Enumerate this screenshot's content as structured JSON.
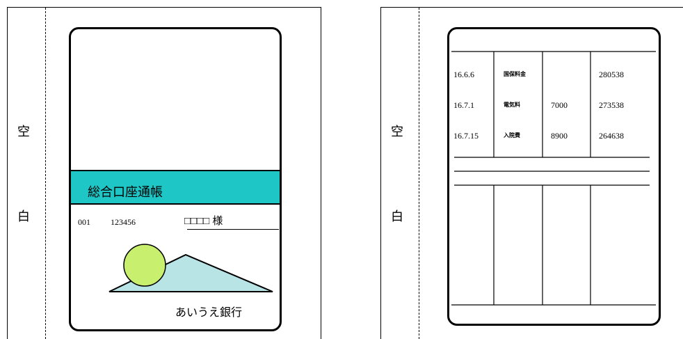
{
  "margin": {
    "top_char": "空",
    "bottom_char": "白"
  },
  "card_front": {
    "title": "総合口座通帳",
    "branch_no": "001",
    "account_no": "123456",
    "holder": "□□□□ 様",
    "bank_name": "あいうえ銀行"
  },
  "card_inner": {
    "rows": [
      {
        "date": "16.6.6",
        "memo": "国保料金",
        "amount": "",
        "balance": "280538"
      },
      {
        "date": "16.7.1",
        "memo": "電気料",
        "amount": "7000",
        "balance": "273538"
      },
      {
        "date": "16.7.15",
        "memo": "入院費",
        "amount": "8900",
        "balance": "264638"
      }
    ]
  },
  "colors": {
    "band": "#1ec6c6",
    "sun": "#c8f06e",
    "mountain": "#b9e4e6"
  }
}
